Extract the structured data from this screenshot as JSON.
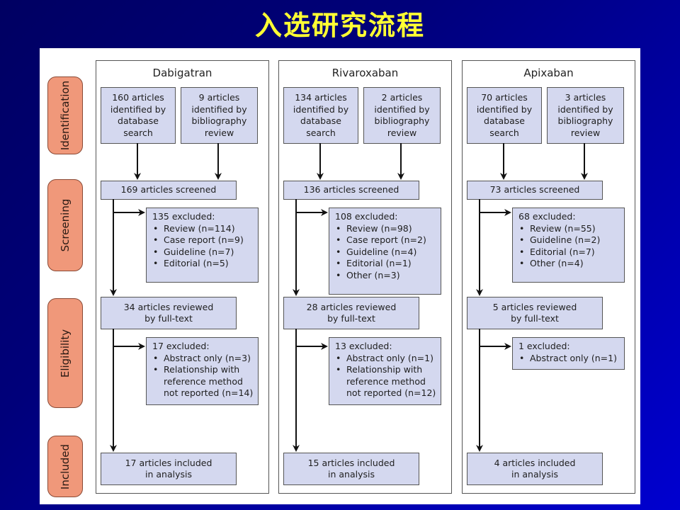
{
  "slide": {
    "title": "入选研究流程",
    "colors": {
      "background": "#00007a",
      "title": "#ffff33",
      "stage_pill": "#f0987a",
      "box_fill": "#d4d8ef",
      "line": "#111111"
    }
  },
  "stages": [
    {
      "label": "Identification"
    },
    {
      "label": "Screening"
    },
    {
      "label": "Eligibility"
    },
    {
      "label": "Included"
    }
  ],
  "panels": [
    {
      "drug": "Dabigatran",
      "identification": {
        "database": "160 articles identified by database search",
        "database_lines": [
          "160 articles",
          "identified by",
          "database",
          "search"
        ],
        "bibliography_lines": [
          "9 articles",
          "identified by",
          "bibliography",
          "review"
        ]
      },
      "screened": "169 articles screened",
      "screen_excluded": {
        "header": "135 excluded:",
        "items": [
          "Review (n=114)",
          "Case report (n=9)",
          "Guideline (n=7)",
          "Editorial (n=5)"
        ]
      },
      "reviewed_lines": [
        "34 articles reviewed",
        "by full-text"
      ],
      "elig_excluded": {
        "header": "17 excluded:",
        "items": [
          "Abstract only (n=3)",
          "Relationship with reference method not reported (n=14)"
        ]
      },
      "included_lines": [
        "17 articles included",
        "in analysis"
      ]
    },
    {
      "drug": "Rivaroxaban",
      "identification": {
        "database_lines": [
          "134 articles",
          "identified by",
          "database",
          "search"
        ],
        "bibliography_lines": [
          "2 articles",
          "identified by",
          "bibliography",
          "review"
        ]
      },
      "screened": "136 articles screened",
      "screen_excluded": {
        "header": "108 excluded:",
        "items": [
          "Review (n=98)",
          "Case report (n=2)",
          "Guideline (n=4)",
          "Editorial (n=1)",
          "Other (n=3)"
        ]
      },
      "reviewed_lines": [
        "28 articles reviewed",
        "by full-text"
      ],
      "elig_excluded": {
        "header": "13 excluded:",
        "items": [
          "Abstract only (n=1)",
          "Relationship with reference method not reported (n=12)"
        ]
      },
      "included_lines": [
        "15 articles included",
        "in analysis"
      ]
    },
    {
      "drug": "Apixaban",
      "identification": {
        "database_lines": [
          "70 articles",
          "identified by",
          "database",
          "search"
        ],
        "bibliography_lines": [
          "3 articles",
          "identified by",
          "bibliography",
          "review"
        ]
      },
      "screened": "73 articles screened",
      "screen_excluded": {
        "header": "68 excluded:",
        "items": [
          "Review (n=55)",
          "Guideline (n=2)",
          "Editorial (n=7)",
          "Other (n=4)"
        ]
      },
      "reviewed_lines": [
        "5 articles reviewed",
        "by full-text"
      ],
      "elig_excluded": {
        "header": "1 excluded:",
        "items": [
          "Abstract only (n=1)"
        ]
      },
      "included_lines": [
        "4 articles included",
        "in analysis"
      ]
    }
  ]
}
